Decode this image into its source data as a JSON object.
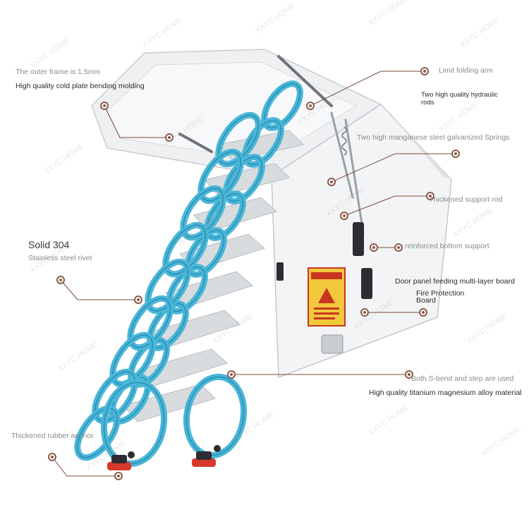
{
  "watermark": "XXYC HOME",
  "colors": {
    "rail_blue": "#49b6d8",
    "rail_blue_dark": "#2a8fb3",
    "callout_line": "#7a4a3a",
    "callout_dot": "#8b5a4a",
    "foot_red": "#d9382b"
  },
  "warning_sign": {
    "header": "⚠",
    "icon": "fire-warning-icon"
  },
  "callouts": {
    "outer_frame": "The outer frame is 1.5mm",
    "cold_plate": "High quality cold plate bending molding",
    "limit_arm": "Limit folding arm",
    "hydraulic_rods": [
      "Two high quality hydraulic",
      "rods"
    ],
    "springs": "Two high manganese steel galvanized Springs",
    "support_rod": "Thickened support rod",
    "bottom_support": "reinforced bottom support",
    "solid_304": "Solid 304",
    "rivet": "Stainless steel rivet",
    "door_panel": "Door panel feeding multi-layer board",
    "fire_board": [
      "Fire Protection",
      "Board"
    ],
    "s_bend": "Both S-bend and step are used",
    "alloy": "High quality titanium magnesium alloy material",
    "rubber_anchor": "Thickened rubber anchor"
  }
}
